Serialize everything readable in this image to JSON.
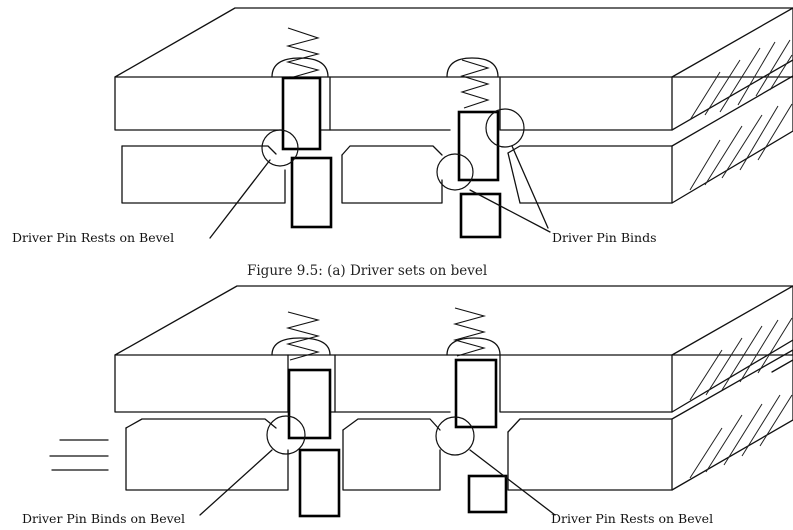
{
  "figure_a": {
    "caption": "Figure 9.5: (a) Driver sets on bevel",
    "label_left": "Driver Pin Rests on Bevel",
    "label_right": "Driver Pin Binds"
  },
  "figure_b": {
    "label_left": "Driver Pin Binds on Bevel",
    "label_right": "Driver Pin Rests on Bevel"
  }
}
